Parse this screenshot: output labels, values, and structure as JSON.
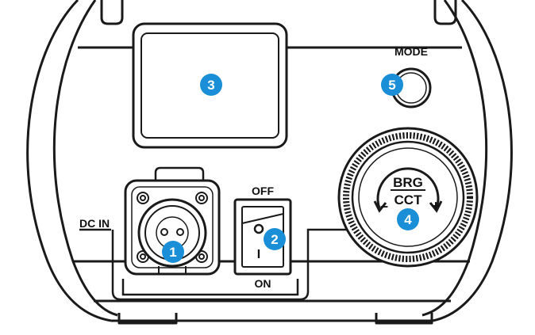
{
  "colors": {
    "badge": "#1a8fd8",
    "outline": "#1a1a1a",
    "background": "#ffffff"
  },
  "labels": {
    "mode": "MODE",
    "off": "OFF",
    "on": "ON",
    "dc_in": "DC IN",
    "switch_bar": "I",
    "knob_top": "BRG",
    "knob_bottom": "CCT",
    "minus": "–",
    "plus": "+"
  },
  "callouts": [
    {
      "number": "1",
      "target": "dc-in-connector"
    },
    {
      "number": "2",
      "target": "power-switch"
    },
    {
      "number": "3",
      "target": "display-screen"
    },
    {
      "number": "4",
      "target": "brg-cct-knob"
    },
    {
      "number": "5",
      "target": "mode-button"
    }
  ]
}
